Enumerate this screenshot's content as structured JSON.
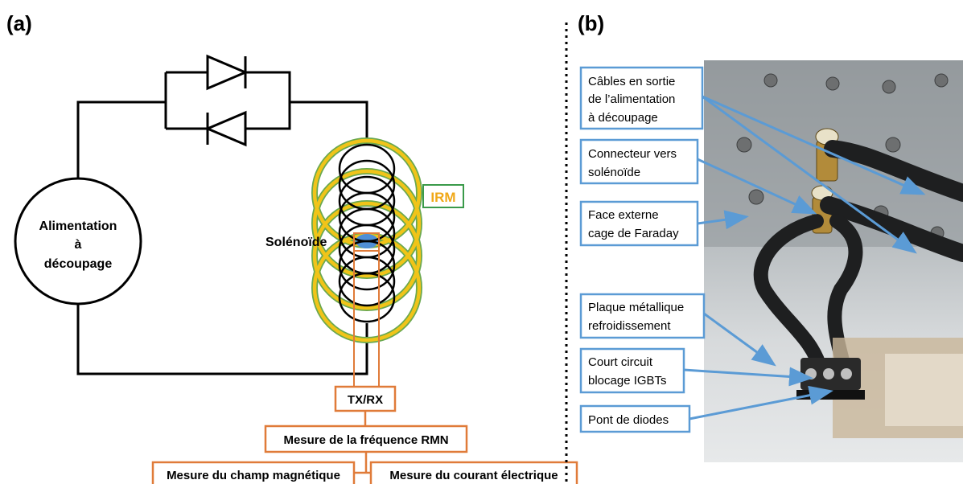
{
  "panel_a": {
    "tag": "(a)",
    "power_supply": [
      "Alimentation",
      "à",
      "découpage"
    ],
    "solenoid_label": "Solénoïde",
    "irm_label": "IRM",
    "txrx_label": "TX/RX",
    "nmr_label": "Mesure de la fréquence RMN",
    "field_label": "Mesure du champ magnétique",
    "current_label": "Mesure du courant électrique"
  },
  "panel_b": {
    "tag": "(b)",
    "callouts": [
      {
        "lines": [
          "Câbles en sortie",
          "de l’alimentation",
          "à découpage"
        ]
      },
      {
        "lines": [
          "Connecteur vers",
          "solénoïde"
        ]
      },
      {
        "lines": [
          "Face externe",
          "cage de Faraday"
        ]
      },
      {
        "lines": [
          "Plaque métallique",
          "refroidissement"
        ]
      },
      {
        "lines": [
          "Court circuit",
          "blocage IGBTs"
        ]
      },
      {
        "lines": [
          "Pont de diodes"
        ]
      }
    ],
    "photo_alt": "photo of IGBT switching power-supply wiring"
  },
  "colors": {
    "wire": "#000000",
    "coil_yellow": "#f0c419",
    "coil_green": "#6aa84f",
    "irm_text": "#f0a818",
    "irm_box": "#3a9a4a",
    "orange": "#e07b39",
    "callout_border": "#5b9bd5",
    "arrow": "#5b9bd5"
  }
}
